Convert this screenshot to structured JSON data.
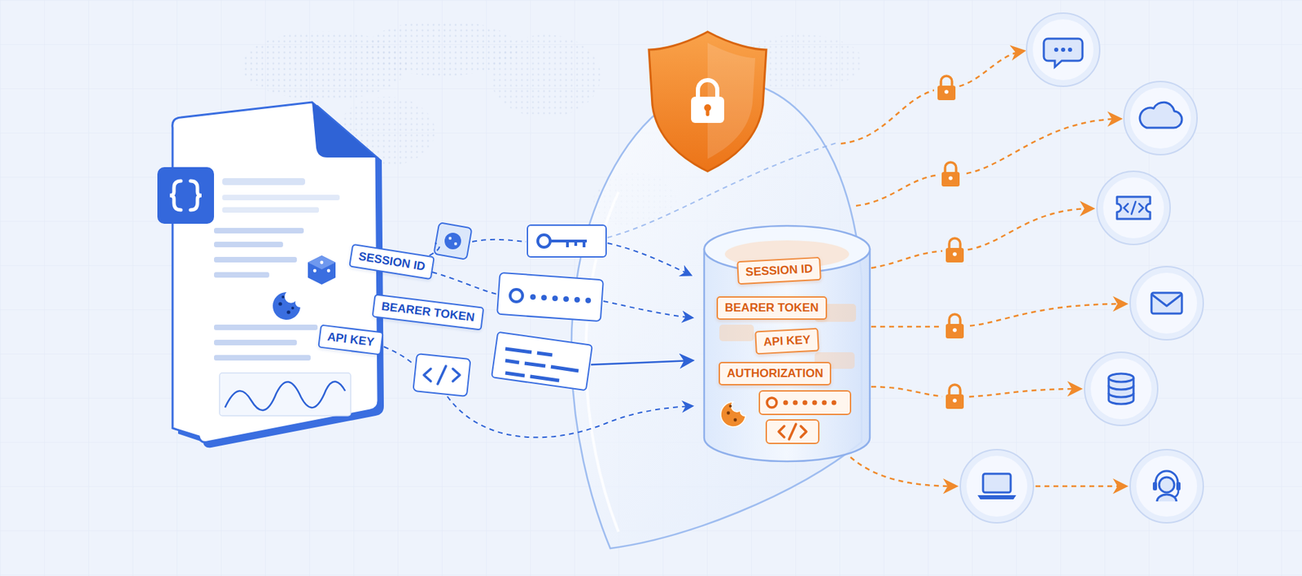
{
  "diagram": {
    "nodes": [
      {
        "text": [
          "SESSION ID"
        ]
      },
      {
        "text": [
          "BEARER TOKEN"
        ]
      },
      {
        "text": [
          "API KEY"
        ]
      },
      {
        "text": [
          "SESSION ID"
        ]
      },
      {
        "text": [
          "BEARER TOKEN"
        ]
      },
      {
        "text": [
          "API KEY"
        ]
      },
      {
        "text": [
          "AUTHORIZATION"
        ]
      }
    ]
  }
}
